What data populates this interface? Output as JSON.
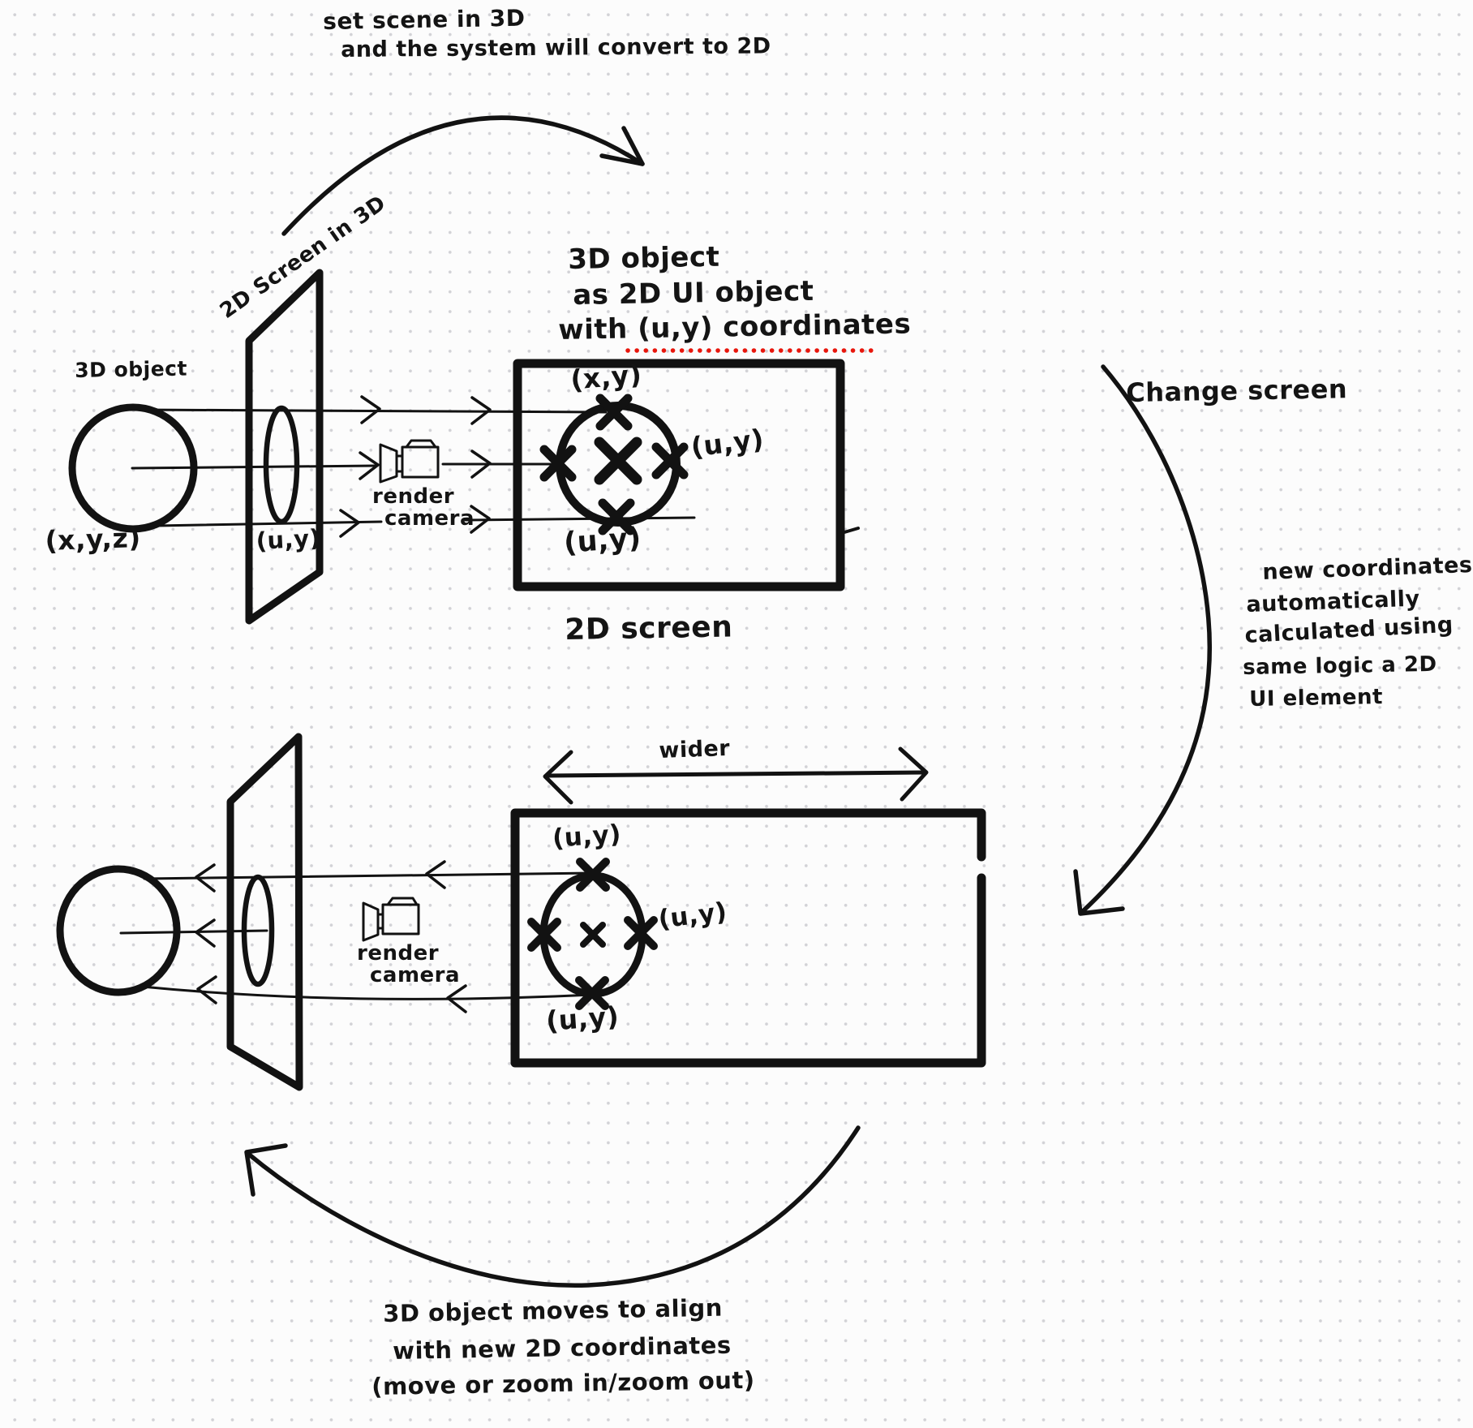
{
  "drawing": {
    "background": "#fcfcfc",
    "grid_dot_color": "#d2d2d6",
    "ink": "#121212",
    "red_accent": "#e8160c"
  },
  "top_flow": {
    "note_line1": "set scene in 3D",
    "note_line2": "and the system will convert to 2D"
  },
  "scene_top": {
    "plane_label": "2D Screen in 3D",
    "object_label": "3D object",
    "object_coords": "(x,y,z)",
    "plane_coords": "(u,y)",
    "camera_icon": "video-camera",
    "camera_label_line1": "render",
    "camera_label_line2": "camera"
  },
  "screen_top": {
    "heading_line1": "3D object",
    "heading_line2": "as 2D UI object",
    "heading_line3": "with (u,y) coordinates",
    "caption": "2D screen",
    "point_top_label": "(x,y)",
    "point_right_label": "(u,y)",
    "point_bottom_label": "(u,y)"
  },
  "right_flow": {
    "title": "Change screen",
    "note_line1": "new coordinates",
    "note_line2": "automatically",
    "note_line3": "calculated using",
    "note_line4": "same logic a 2D",
    "note_line5": "UI element"
  },
  "screen_bottom": {
    "width_label": "wider",
    "point_top_label": "(u,y)",
    "point_right_label": "(u,y)",
    "point_bottom_label": "(u,y)"
  },
  "scene_bottom": {
    "camera_icon": "video-camera",
    "camera_label_line1": "render",
    "camera_label_line2": "camera"
  },
  "bottom_flow": {
    "note_line1": "3D object moves to align",
    "note_line2": "with new 2D coordinates",
    "note_line3": "(move or zoom in/zoom out)"
  }
}
